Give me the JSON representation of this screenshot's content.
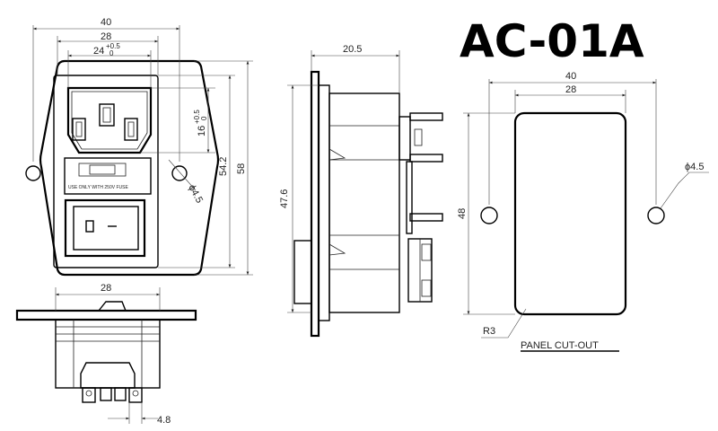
{
  "title": "AC-01A",
  "front_view": {
    "dim_overall_width": "40",
    "dim_mount_width": "28",
    "dim_socket_width": "24",
    "dim_socket_width_tol_upper": "+0.5",
    "dim_socket_width_tol_lower": "0",
    "dim_socket_height": "16",
    "dim_socket_height_tol_upper": "+0.5",
    "dim_socket_height_tol_lower": "0",
    "dim_inner_height": "54.2",
    "dim_overall_height": "58",
    "dim_hole": "ϕ4.5",
    "fuse_label": "USE ONLY WITH 250V FUSE"
  },
  "side_view": {
    "dim_depth": "20.5",
    "dim_height": "47.6"
  },
  "bottom_view": {
    "dim_width": "28",
    "dim_terminal": "4.8"
  },
  "panel_cutout": {
    "dim_overall_width": "40",
    "dim_cut_width": "28",
    "dim_height": "48",
    "dim_hole": "ϕ4.5",
    "dim_radius": "R3",
    "label": "PANEL CUT-OUT"
  }
}
